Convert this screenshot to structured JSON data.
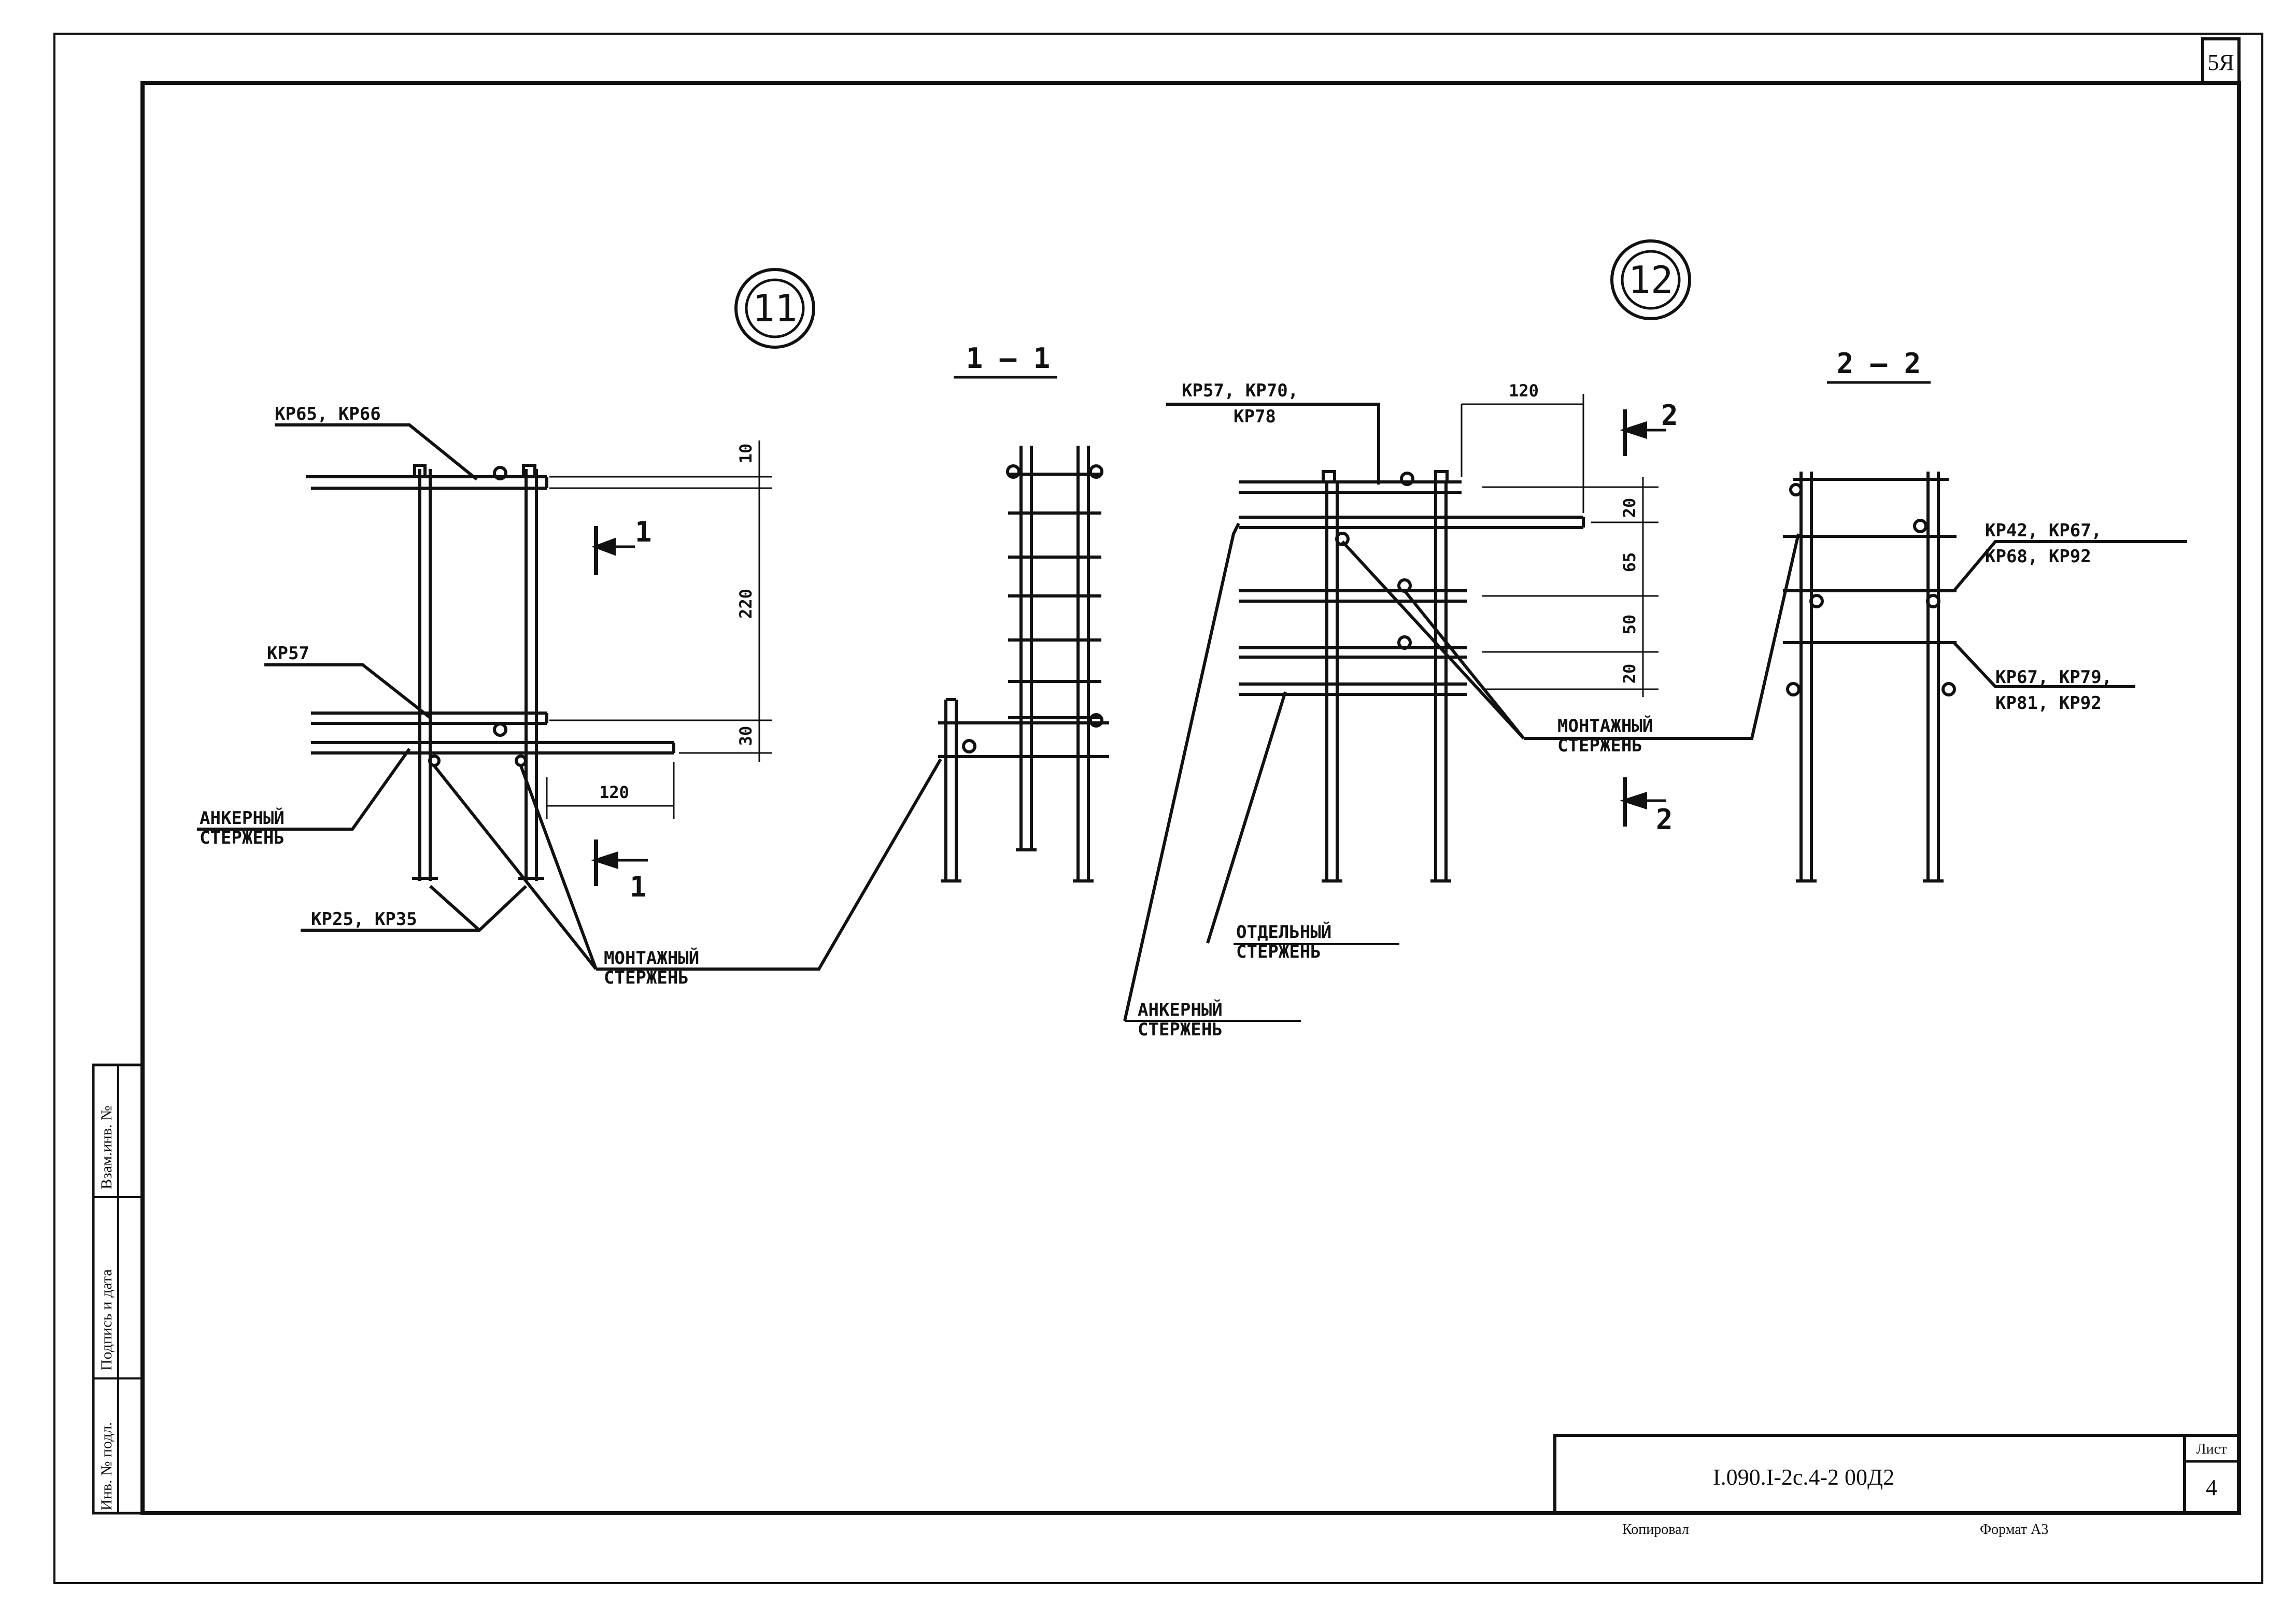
{
  "sheet": {
    "page_number": "5Я",
    "document_code": "I.090.I-2с.4-2 00Д2",
    "sheet_label": "Лист",
    "sheet_number": "4",
    "checked_label": "Копировал",
    "format_label": "Формат А3"
  },
  "side_stamp": {
    "inventory_no": "Инв. № подл.",
    "signature_date": "Подпись и дата",
    "replacement_inv": "Взам.инв. №"
  },
  "node11": {
    "marker": "11",
    "labels": {
      "top_bars": "КР65, КР66",
      "mid_bar": "КР57",
      "anchor": [
        "АНКЕРНЫЙ",
        "СТЕРЖЕНЬ"
      ],
      "bottom": "КР25, КР35",
      "mounting": [
        "МОНТАЖНЫЙ",
        "СТЕРЖЕНЬ"
      ]
    },
    "dims": {
      "top": "10",
      "height": "220",
      "bottom": "30",
      "overhang": "120"
    },
    "section_mark": "1"
  },
  "section11": {
    "title": "1 – 1"
  },
  "node12": {
    "marker": "12",
    "labels": {
      "top_bars": [
        "КР57, КР70,",
        "КР78"
      ],
      "mounting": [
        "МОНТАЖНЫЙ",
        "СТЕРЖЕНЬ"
      ],
      "separate": [
        "ОТДЕЛЬНЫЙ",
        "СТЕРЖЕНЬ"
      ],
      "anchor": [
        "АНКЕРНЫЙ",
        "СТЕРЖЕНЬ"
      ]
    },
    "dims": {
      "overhang": "120",
      "d1": "20",
      "d2": "65",
      "d3": "50",
      "d4": "20"
    },
    "section_mark": "2"
  },
  "section12": {
    "title": "2 – 2",
    "labels": {
      "upper": [
        "КР42, КР67,",
        "КР68, КР92"
      ],
      "lower": [
        "КР67, КР79,",
        "КР81, КР92"
      ]
    }
  }
}
